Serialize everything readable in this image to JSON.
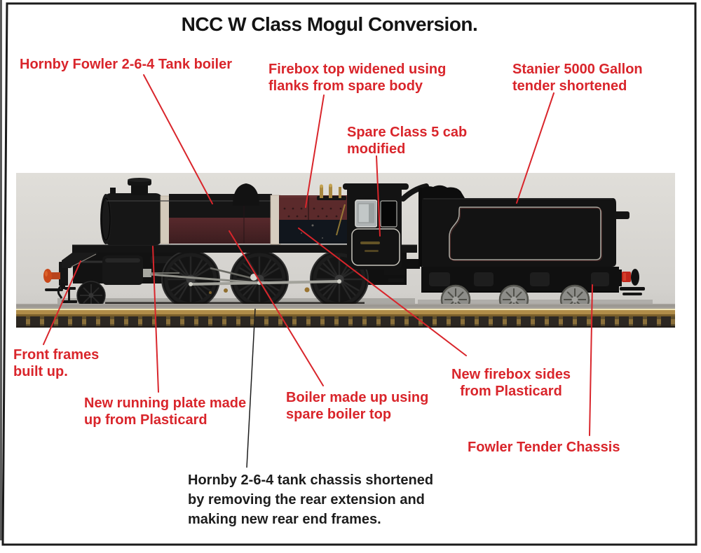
{
  "title": "NCC W Class Mogul Conversion.",
  "colors": {
    "annotation_red": "#d9252b",
    "note_black": "#1d1d1d",
    "frame_black": "#1b1b1b",
    "loco_maroon": "#53262a",
    "firebox_band_maroon": "#5b2a2b",
    "rail_brass": "#b08c49",
    "photo_background": "#d9d7d3",
    "buffer_orange": "#c9481a",
    "tender_buffer_red": "#c1271c"
  },
  "labels": [
    {
      "id": "hornby-fowler-boiler",
      "lines": [
        "Hornby Fowler 2-6-4 Tank boiler"
      ]
    },
    {
      "id": "firebox-top",
      "lines": [
        "Firebox top widened using",
        "flanks from spare body"
      ]
    },
    {
      "id": "stanier-tender",
      "lines": [
        "Stanier 5000 Gallon",
        "tender shortened"
      ]
    },
    {
      "id": "spare-cab",
      "lines": [
        "Spare Class 5 cab",
        "modified"
      ]
    },
    {
      "id": "front-frames",
      "lines": [
        "Front frames",
        "built up."
      ]
    },
    {
      "id": "running-plate",
      "lines": [
        "New running plate made",
        "up from Plasticard"
      ]
    },
    {
      "id": "boiler-made-up",
      "lines": [
        "Boiler made up using",
        "spare boiler top"
      ]
    },
    {
      "id": "firebox-sides",
      "lines": [
        "New firebox sides",
        "from Plasticard"
      ]
    },
    {
      "id": "fowler-tender-chassis",
      "lines": [
        "Fowler Tender Chassis"
      ]
    }
  ],
  "note": {
    "lines": [
      "Hornby 2-6-4 tank chassis shortened",
      "by removing the rear extension and",
      "making new rear end frames."
    ]
  }
}
